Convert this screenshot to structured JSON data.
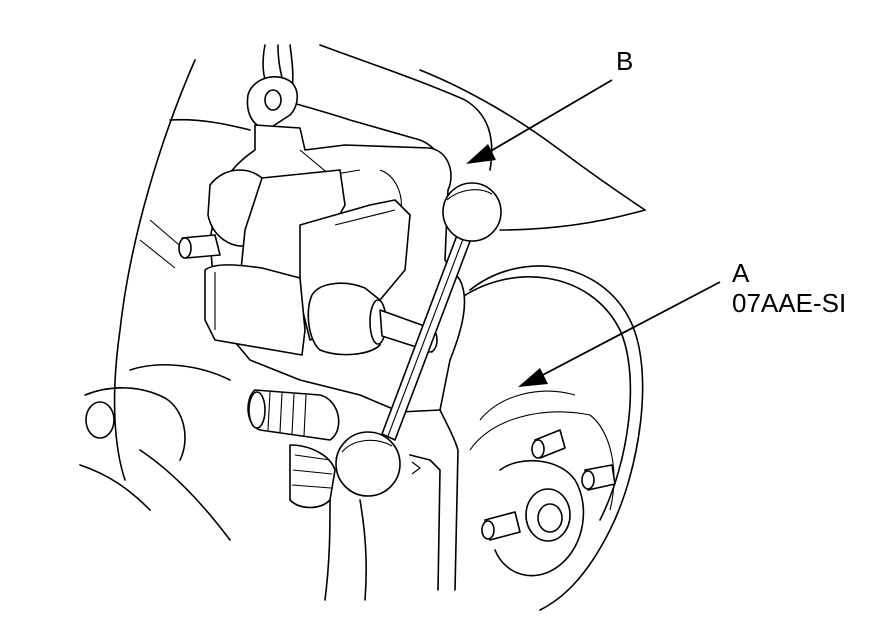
{
  "callouts": {
    "b": {
      "letter": "B"
    },
    "a": {
      "letter": "A",
      "part_number": "07AAE-SI"
    }
  },
  "colors": {
    "ink": "#000000",
    "paper": "#ffffff"
  }
}
